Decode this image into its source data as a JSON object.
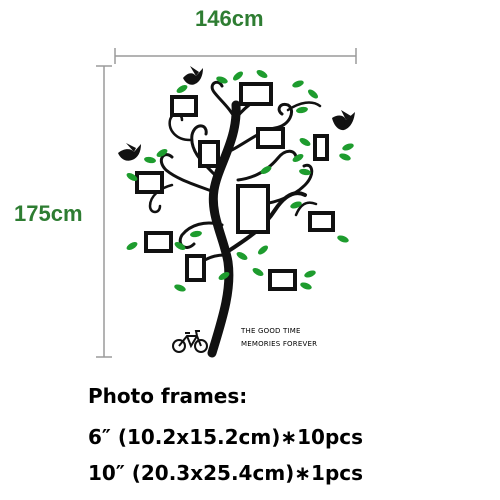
{
  "dimensions": {
    "width_label": "146cm",
    "height_label": "175cm"
  },
  "tagline": {
    "line1": "THE GOOD TIME",
    "line2": "MEMORIES FOREVER"
  },
  "specs": {
    "title": "Photo frames:",
    "line1": "6″ (10.2x15.2cm)∗10pcs",
    "line2": "10″ (20.3x25.4cm)∗1pcs"
  },
  "colors": {
    "dimension_text": "#2e7d32",
    "leaf": "#1e9c2e",
    "tree": "#111111",
    "frame": "#111111",
    "guide": "#999999"
  },
  "icons": [
    "bird-icon",
    "bicycle-icon"
  ]
}
